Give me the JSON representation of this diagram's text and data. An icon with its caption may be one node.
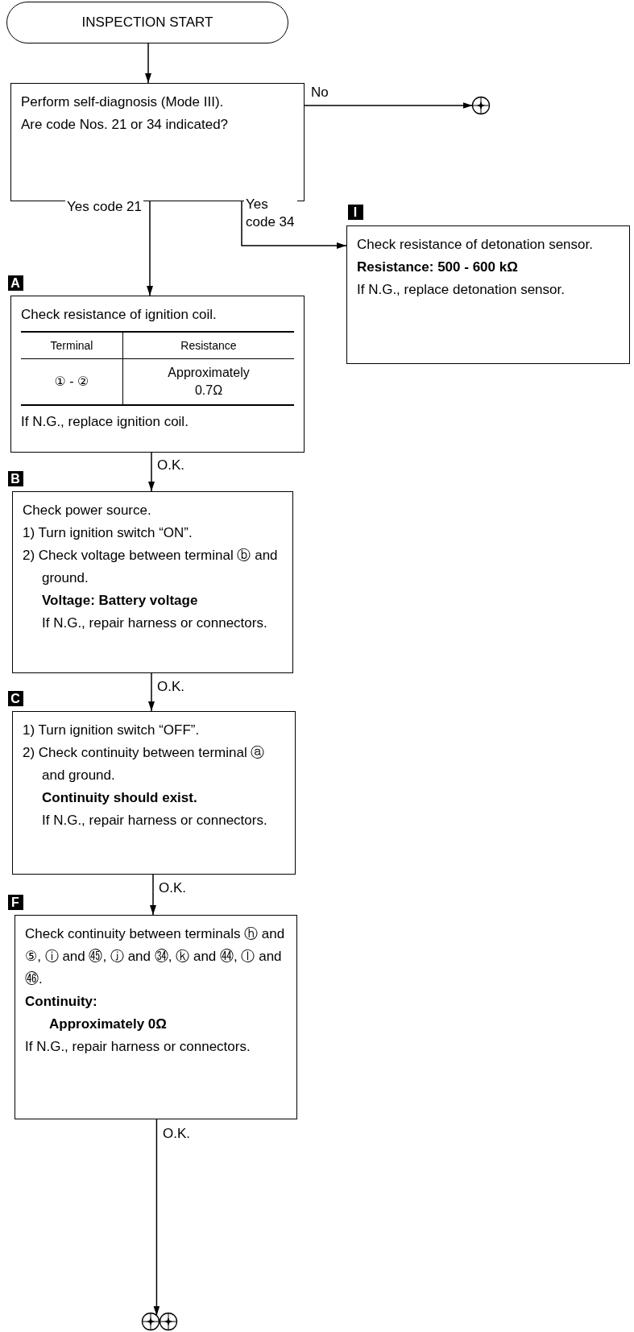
{
  "diagram": {
    "nodes": [
      {
        "text": [
          "INSPECTION START"
        ]
      },
      {
        "text": [
          "Perform self-diagnosis (Mode III).",
          "Are code Nos. 21 or 34 indicated?"
        ]
      },
      {
        "text": [],
        "shape": "circle"
      },
      {
        "text": [
          "Check resistance of detonation sensor.",
          "Resistance:  500 - 600 kΩ",
          "If N.G., replace detonation sensor."
        ],
        "beside": [
          "I"
        ]
      },
      {
        "text": [
          "Check resistance of ignition coil.",
          "Terminal",
          "Resistance",
          "① - ②",
          "Approximately 0.7Ω",
          "If N.G., replace ignition coil."
        ],
        "beside": [
          "A"
        ]
      },
      {
        "text": [
          "Check power source.",
          "1) Turn ignition switch “ON”.",
          "2) Check voltage between terminal ⓑ and ground.",
          "Voltage:  Battery voltage",
          "If N.G., repair harness or connectors."
        ],
        "beside": [
          "B"
        ]
      },
      {
        "text": [
          "1) Turn ignition switch “OFF”.",
          "2) Check continuity between terminal ⓐ and ground.",
          "Continuity should exist.",
          "If N.G., repair harness or connectors."
        ],
        "beside": [
          "C"
        ]
      },
      {
        "text": [
          "Check continuity between terminals ⓗ and ⑤, ⓘ and ㊺, ⓙ and ㉞, ⓚ and ㊹, ⓛ and ㊻.",
          "Continuity:",
          "Approximately 0Ω",
          "If N.G., repair harness or connectors."
        ],
        "beside": [
          "F"
        ]
      },
      {
        "text": [],
        "shape": "circle"
      },
      {
        "text": [],
        "shape": "circle"
      }
    ],
    "edges": [
      {
        "from": 0,
        "to": 1,
        "arrow": "to"
      },
      {
        "from": 1,
        "to": 2,
        "arrow": "to",
        "label": "No"
      },
      {
        "from": 1,
        "to": 4,
        "arrow": "to",
        "label": "Yes code 21"
      },
      {
        "from": 1,
        "to": 3,
        "arrow": "to",
        "label": "Yes code 34"
      },
      {
        "from": 4,
        "to": 5,
        "arrow": "to",
        "label": "O.K."
      },
      {
        "from": 5,
        "to": 6,
        "arrow": "to",
        "label": "O.K."
      },
      {
        "from": 6,
        "to": 7,
        "arrow": "to",
        "label": "O.K."
      },
      {
        "from": 7,
        "to": 8,
        "arrow": "to",
        "label": "O.K."
      }
    ]
  }
}
